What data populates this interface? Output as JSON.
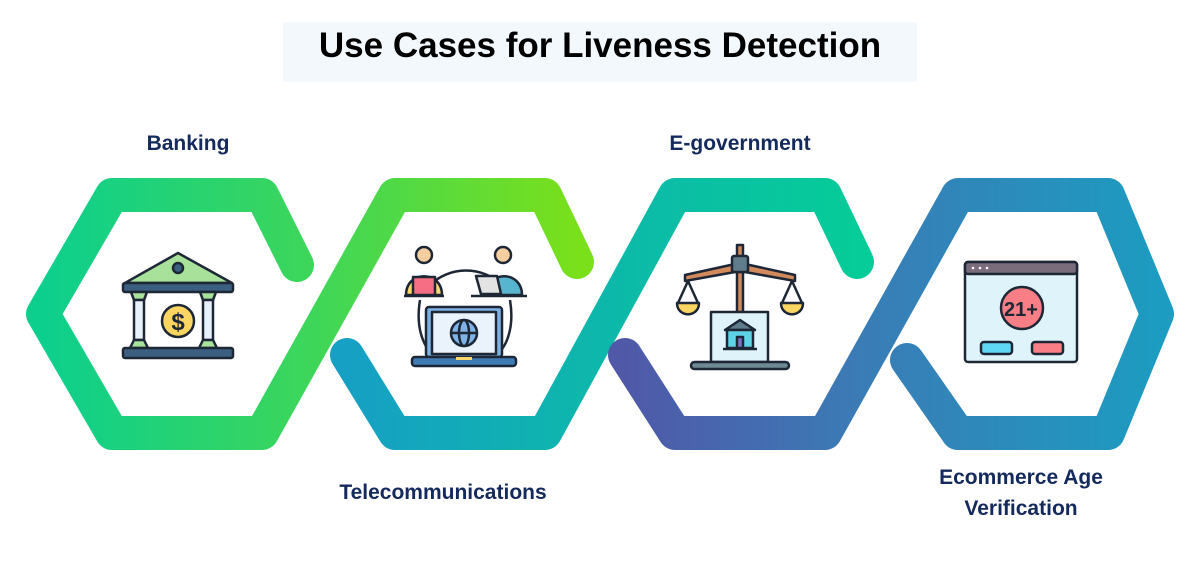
{
  "title": "Use Cases for Liveness Detection",
  "use_cases": [
    {
      "label": "Banking",
      "icon": "bank-icon"
    },
    {
      "label": "Telecommunications",
      "icon": "telecom-laptop-icon"
    },
    {
      "label": "E-government",
      "icon": "justice-scale-icon"
    },
    {
      "label_line1": "Ecommerce Age",
      "label_line2": "Verification",
      "icon": "age-21-plus-icon",
      "badge": "21+"
    }
  ],
  "colors": {
    "green_start": "#0ccf8e",
    "green_end": "#7ae01a",
    "teal_start": "#16a0c4",
    "teal_end": "#05cc98",
    "blue_start": "#5058a8",
    "blue_end": "#1c9cc0",
    "label": "#142a5c"
  }
}
